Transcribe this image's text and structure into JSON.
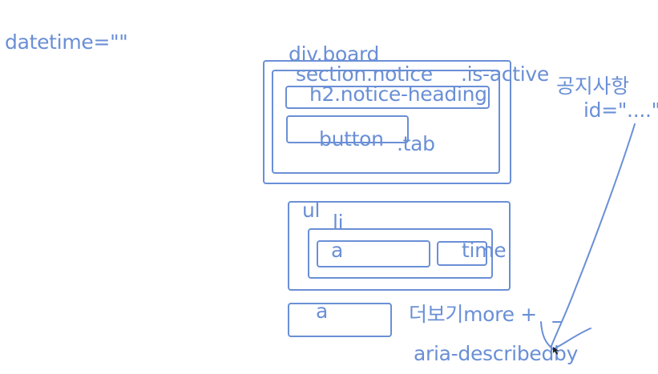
{
  "colors": {
    "ink": "#6a8fd6",
    "background": "#ffffff"
  },
  "labels": {
    "datetime_attr": "datetime=\"\"",
    "div_board": "div.board",
    "section_notice": "section.notice",
    "is_active": ".is-active",
    "h2_notice_heading": "h2.notice-heading",
    "button": "button",
    "tab": ".tab",
    "korean_notice": "공지사항",
    "id_attr": "id=\"....\"",
    "ul": "ul",
    "li": "li",
    "a_inner": "a",
    "time": "time",
    "a_more": "a",
    "more_text": "더보기more +",
    "aria_describedby": "aria-describedby"
  }
}
